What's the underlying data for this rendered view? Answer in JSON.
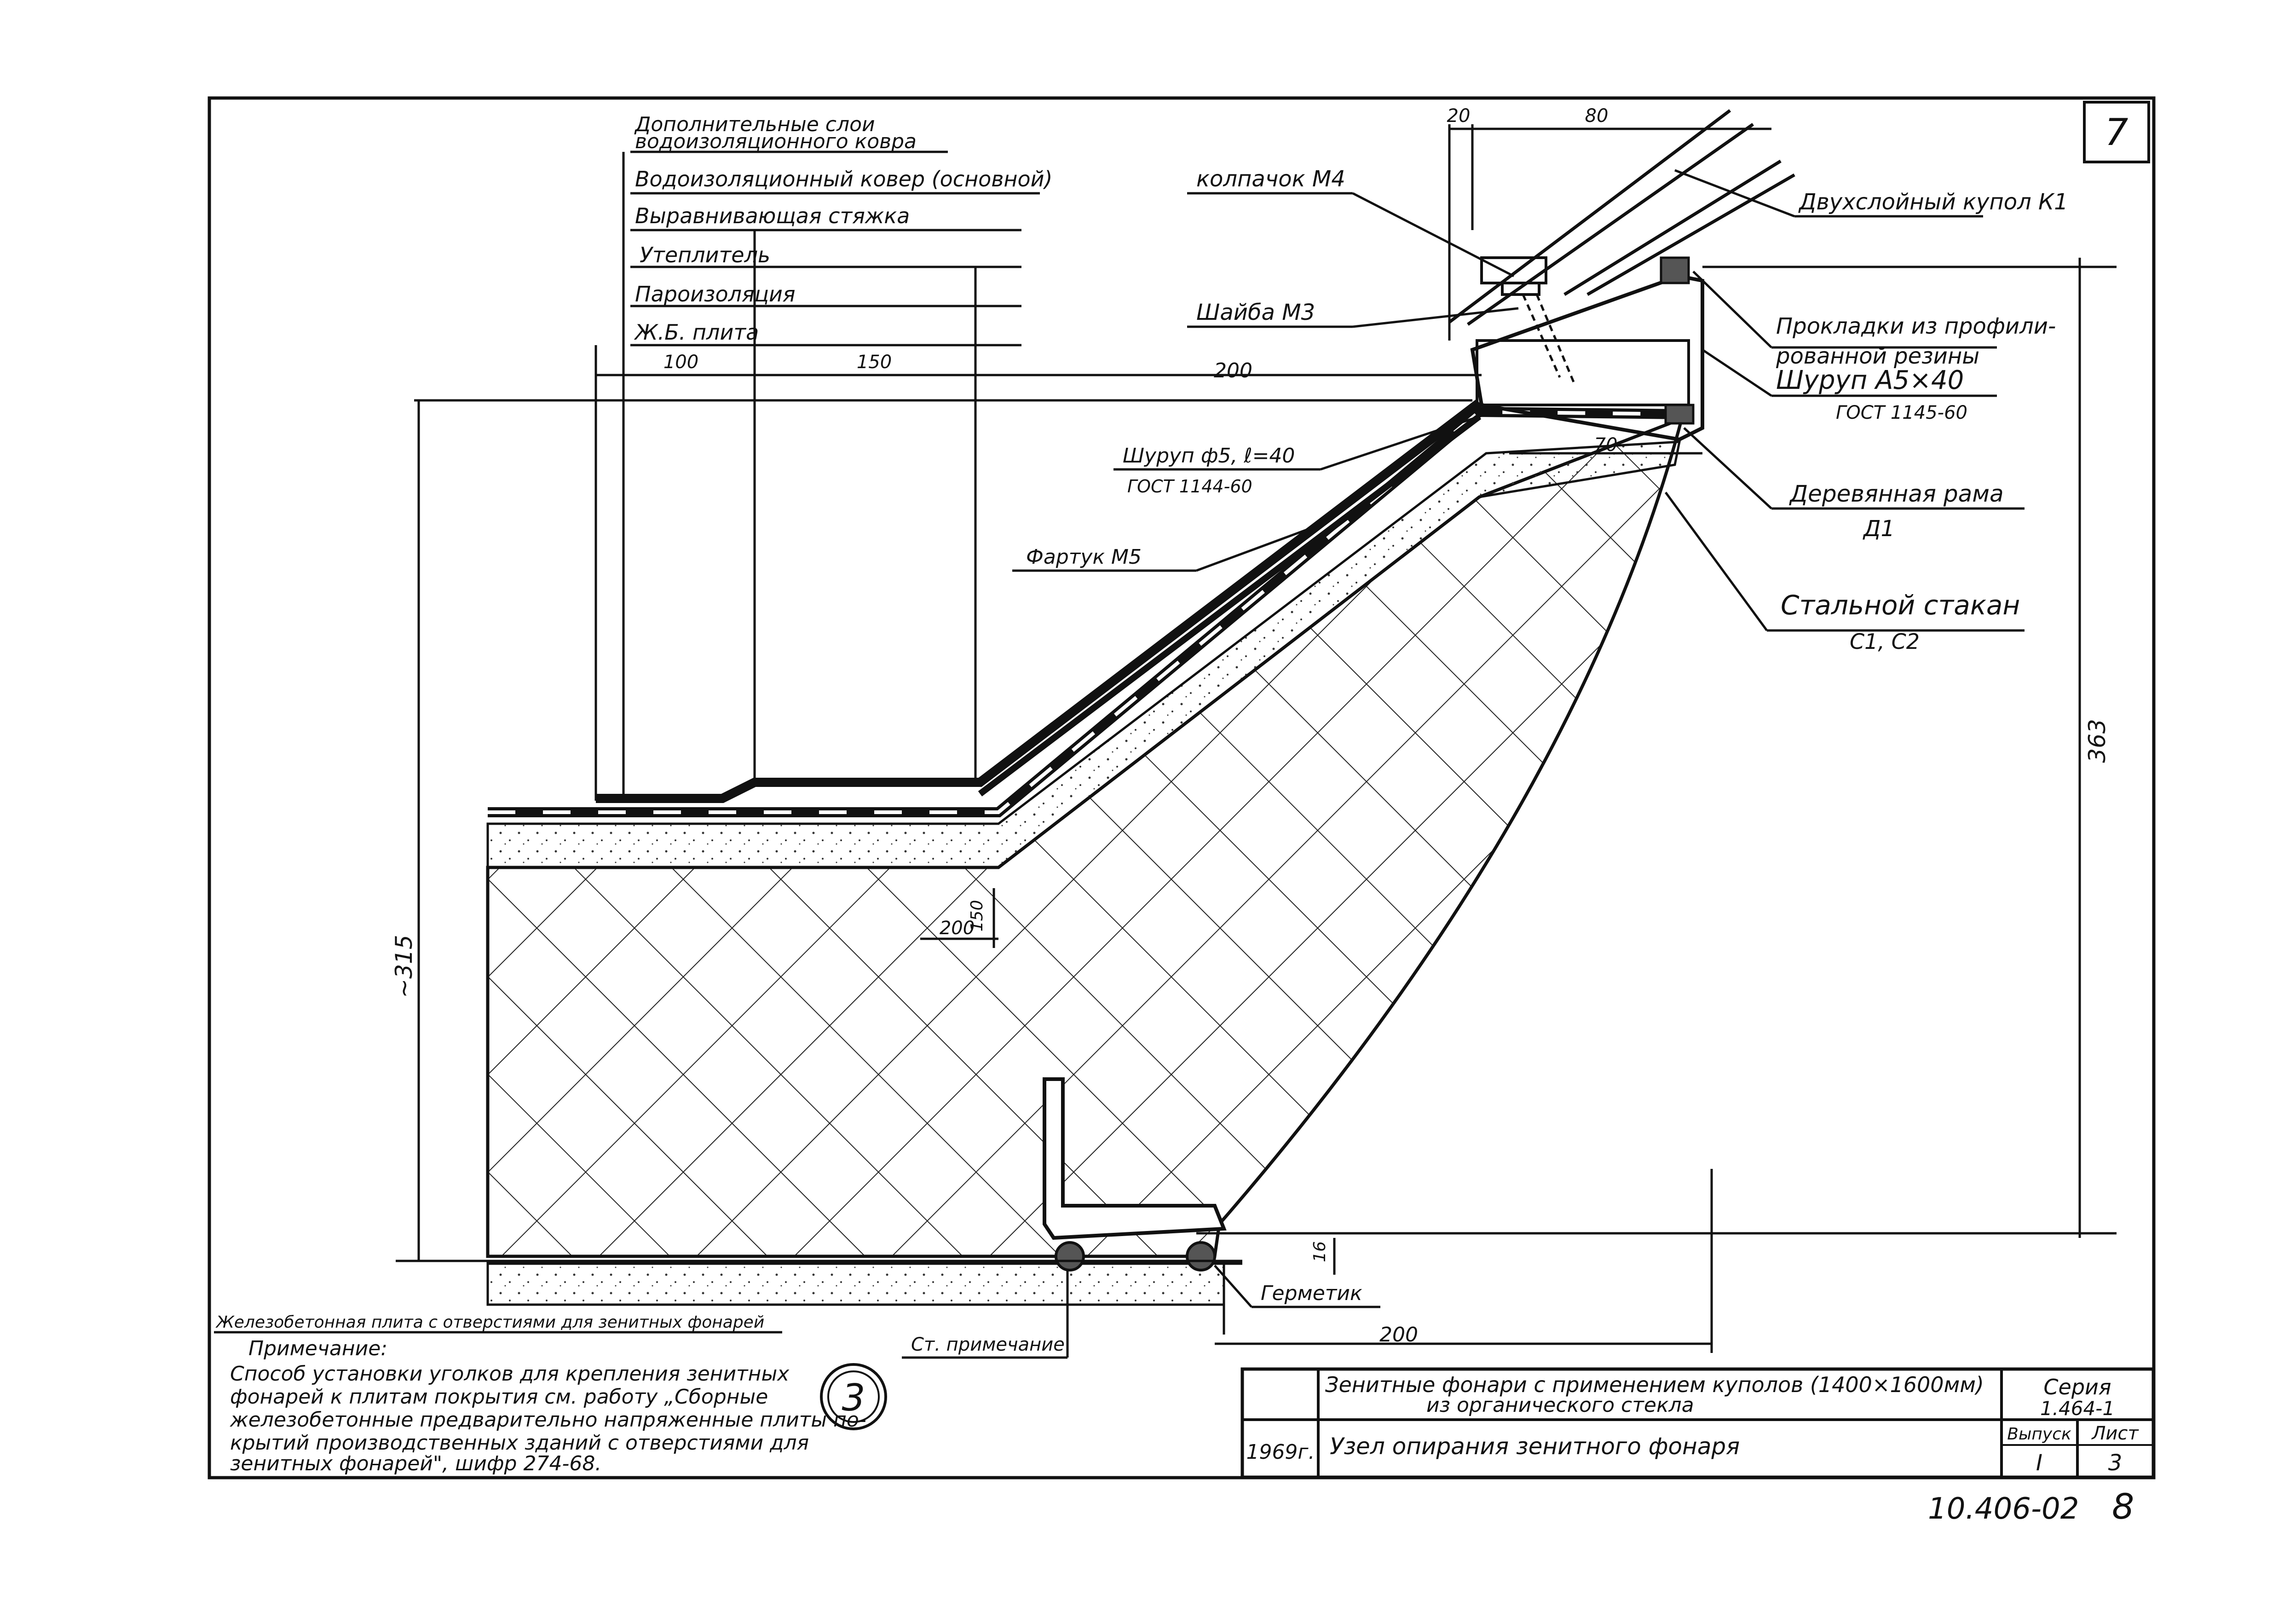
{
  "sheet_number": "7",
  "layers": {
    "extra_layers_1": "Дополнительные слои",
    "extra_layers_2": "водоизоляционного ковра",
    "main_carpet": "Водоизоляционный ковер (основной)",
    "screed": "Выравнивающая стяжка",
    "insulation": "Утеплитель",
    "vapor_barrier": "Пароизоляция",
    "slab": "Ж.Б. плита"
  },
  "callouts": {
    "cap": "колпачок М4",
    "washer": "Шайба М3",
    "screw_f5_1": "Шуруп ф5, ℓ=40",
    "screw_f5_2": "ГОСТ 1144-60",
    "apron": "Фартук М5",
    "dome": "Двухслойный купол К1",
    "gaskets_1": "Прокладки из профили-",
    "gaskets_2": "рованной резины",
    "screw_a5_1": "Шуруп А5×40",
    "screw_a5_2": "ГОСТ 1145-60",
    "wood_frame_1": "Деревянная рама",
    "wood_frame_2": "Д1",
    "steel_cup_1": "Стальной стакан",
    "steel_cup_2": "С1, С2",
    "sealant": "Герметик",
    "slab_note": "Железобетонная плита с отверстиями для зенитных фонарей",
    "see_note": "Ст. примечание"
  },
  "dimensions": {
    "d20": "20",
    "d80": "80",
    "d100": "100",
    "d150": "150",
    "d200_top": "200",
    "d70": "70",
    "d363": "363",
    "d315": "~315",
    "d200_inner": "200",
    "d150_inner": "150",
    "d16": "16",
    "d200_bottom": "200"
  },
  "note": {
    "heading": "Примечание:",
    "lines": [
      "Способ установки уголков для крепления зенитных",
      "фонарей к плитам покрытия см. работу „Сборные",
      "железобетонные предварительно напряженные плиты по-",
      "крытий производственных зданий с отверстиями для",
      "зенитных фонарей\", шифр 274-68."
    ]
  },
  "node_number": "3",
  "title_block": {
    "title_line_1": "Зенитные фонари с применением куполов (1400×1600мм)",
    "title_line_2": "из органического стекла",
    "series_label": "Серия",
    "series_value": "1.464-1",
    "year": "1969г.",
    "subtitle": "Узел опирания зенитного фонаря",
    "issue_label": "Выпуск",
    "issue_value": "I",
    "sheet_label": "Лист",
    "sheet_value": "3"
  },
  "doc_code": "10.406-02",
  "page_number": "8"
}
